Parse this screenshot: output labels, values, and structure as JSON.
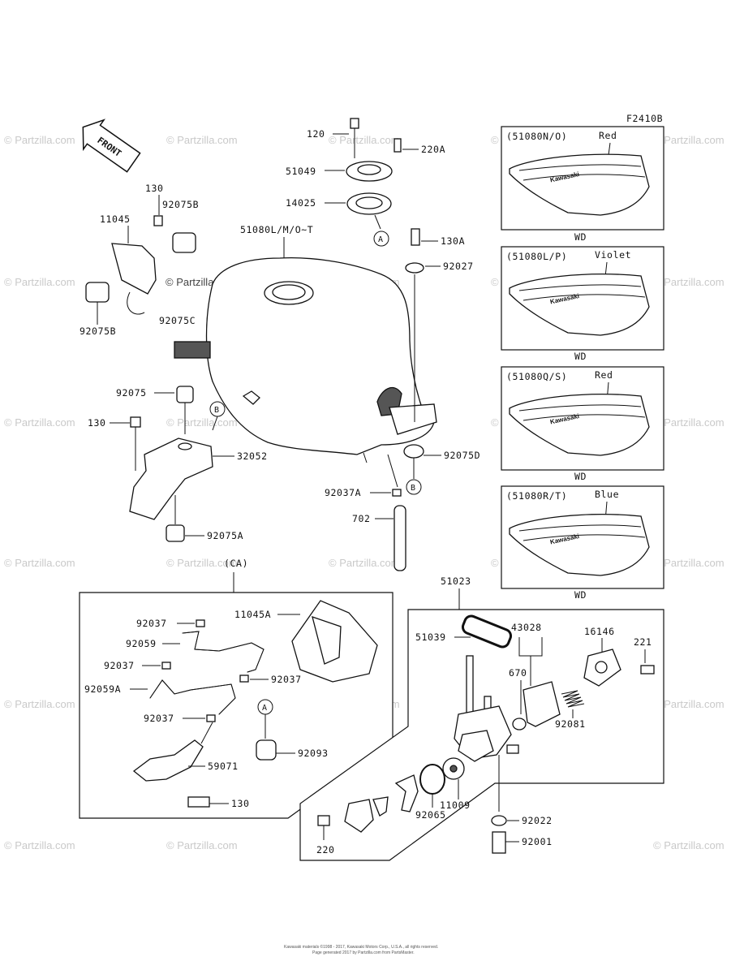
{
  "figure_code": "F2410B",
  "front_label": "FRONT",
  "watermark": "© Partzilla.com",
  "variant_boxes": [
    {
      "code": "(51080N/O)",
      "color": "Red",
      "logo": "Kawasaki",
      "suffix": "WD"
    },
    {
      "code": "(51080L/P)",
      "color": "Violet",
      "logo": "Kawasaki",
      "suffix": "WD"
    },
    {
      "code": "(51080Q/S)",
      "color": "Red",
      "logo": "Kawasaki",
      "suffix": "WD"
    },
    {
      "code": "(51080R/T)",
      "color": "Blue",
      "logo": "Kawasaki",
      "suffix": "WD"
    }
  ],
  "part_labels": {
    "p120": "120",
    "p220A": "220A",
    "p51049": "51049",
    "p14025": "14025",
    "p51080": "51080L/M/O~T",
    "p130A": "130A",
    "p92027": "92027",
    "p130_top": "130",
    "p11045": "11045",
    "p92075B_top": "92075B",
    "p92075B_left": "92075B",
    "p92075C": "92075C",
    "p92075": "92075",
    "p130_mid": "130",
    "p32052": "32052",
    "p92075A": "92075A",
    "p92075D": "92075D",
    "p92037A": "92037A",
    "p702": "702",
    "pCA": "(CA)",
    "p51023": "51023",
    "p11045A": "11045A",
    "p92037_a": "92037",
    "p92059": "92059",
    "p92037_b": "92037",
    "p92037_c": "92037",
    "p92059A": "92059A",
    "p92037_d": "92037",
    "p92093": "92093",
    "p59071": "59071",
    "p130_ca": "130",
    "p51039": "51039",
    "p43028": "43028",
    "p16146": "16146",
    "p221": "221",
    "p670": "670",
    "p92081": "92081",
    "p92065": "92065",
    "p11009": "11009",
    "p92022": "92022",
    "p92001": "92001",
    "p220": "220"
  },
  "callouts": {
    "a": "A",
    "b": "B"
  },
  "footer": [
    "Kawasaki materials ©1998 - 2017, Kawasaki Motors Corp., U.S.A., all rights reserved.",
    "Page generated 2017 by Partzilla.com from PartsMaster."
  ]
}
